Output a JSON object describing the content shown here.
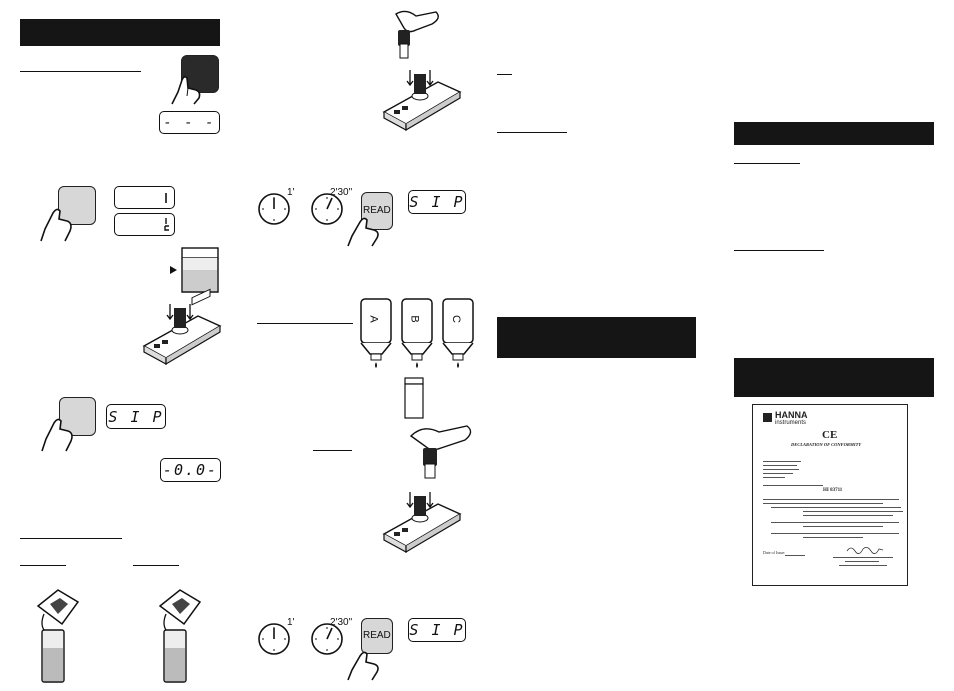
{
  "displays": {
    "dashes": "- - -",
    "sip_1": "S I P",
    "zero": "-0.0-",
    "sip_2": "S I P",
    "sip_3": "S I P"
  },
  "buttons": {
    "read_1": "READ",
    "read_2": "READ"
  },
  "timers": {
    "first_1": "1'",
    "second_1": "2'30\"",
    "first_2": "1'",
    "second_2": "2'30\""
  },
  "reagents": {
    "a": "A",
    "b": "B",
    "c": "C"
  },
  "certificate": {
    "brand": "HANNA",
    "brand_sub": "instruments",
    "ce_mark": "CE",
    "heading": "DECLARATION OF CONFORMITY",
    "model": "HI 83711",
    "issue_label": "Date of Issue:"
  },
  "colors": {
    "bar": "#151515",
    "button_fill": "#d7d7d7",
    "line": "#111111"
  }
}
